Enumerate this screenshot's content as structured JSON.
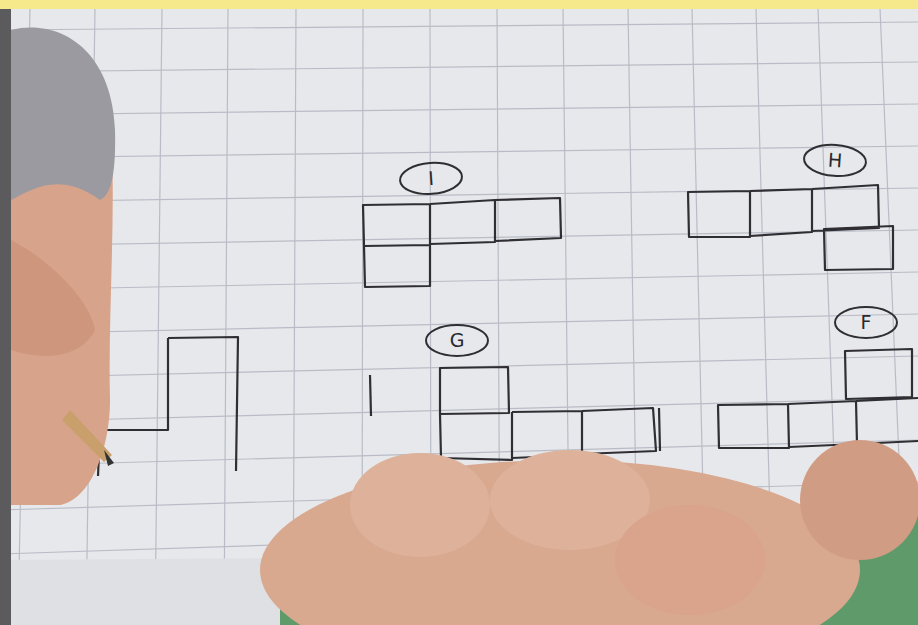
{
  "diagram": {
    "nodes": [
      {
        "text": [
          "I"
        ]
      },
      {
        "text": [
          "H"
        ]
      },
      {
        "text": [
          "G"
        ]
      },
      {
        "text": [
          "F"
        ]
      }
    ]
  }
}
